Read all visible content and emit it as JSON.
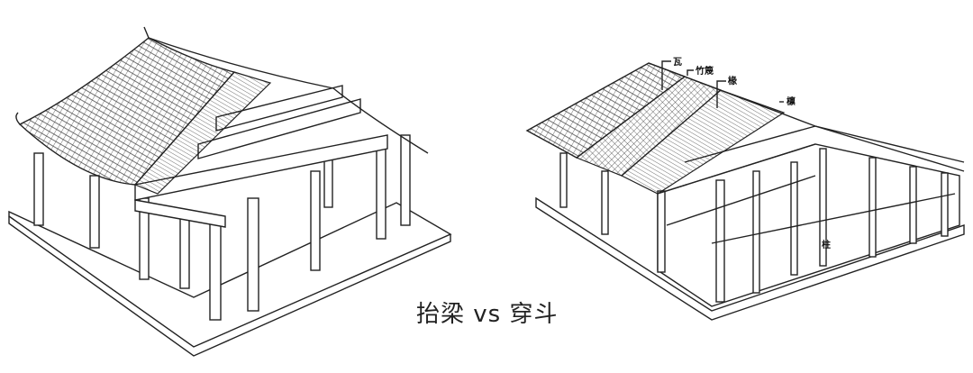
{
  "caption": "抬梁 vs 穿斗",
  "left_diagram": {
    "name": "抬梁"
  },
  "right_diagram": {
    "name": "穿斗",
    "labels": {
      "wa": "瓦",
      "zhumie": "竹篾",
      "chuan": "椽",
      "lin": "檩",
      "zhu": "柱"
    }
  }
}
